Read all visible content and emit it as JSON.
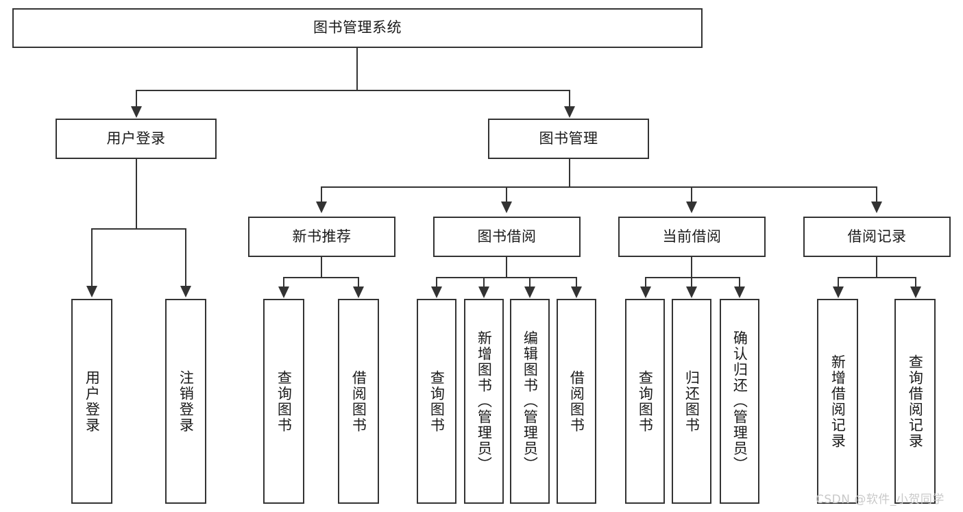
{
  "diagram": {
    "type": "tree-hierarchy",
    "title": "图书管理系统",
    "orientation": "top-down",
    "colors": {
      "box_border": "#333333",
      "box_fill": "#ffffff",
      "connector": "#333333",
      "text": "#1a1a1a",
      "watermark": "#c9c9c9",
      "background": "#ffffff"
    },
    "levels": {
      "root": "图书管理系统",
      "level1": [
        "用户登录",
        "图书管理"
      ],
      "level2": [
        "新书推荐",
        "图书借阅",
        "当前借阅",
        "借阅记录"
      ]
    },
    "nodes": {
      "root": {
        "label": "图书管理系统"
      },
      "user_login": {
        "label": "用户登录"
      },
      "book_manage": {
        "label": "图书管理"
      },
      "new_book_rec": {
        "label": "新书推荐"
      },
      "book_borrow": {
        "label": "图书借阅"
      },
      "current_borrow": {
        "label": "当前借阅"
      },
      "borrow_record": {
        "label": "借阅记录"
      },
      "leaf_user_login": {
        "label": "用户登录"
      },
      "leaf_logout": {
        "label": "注销登录"
      },
      "leaf_query_book_a": {
        "label": "查询图书"
      },
      "leaf_borrow_book_a": {
        "label": "借阅图书"
      },
      "leaf_query_book_b": {
        "label": "查询图书"
      },
      "leaf_add_book": {
        "label": "新增图书（管理员）"
      },
      "leaf_edit_book": {
        "label": "编辑图书（管理员）"
      },
      "leaf_borrow_book_b": {
        "label": "借阅图书"
      },
      "leaf_query_book_c": {
        "label": "查询图书"
      },
      "leaf_return_book": {
        "label": "归还图书"
      },
      "leaf_confirm_return": {
        "label": "确认归还（管理员）"
      },
      "leaf_add_record": {
        "label": "新增借阅记录"
      },
      "leaf_query_record": {
        "label": "查询借阅记录"
      }
    },
    "edges": [
      {
        "from": "图书管理系统",
        "to": "用户登录"
      },
      {
        "from": "图书管理系统",
        "to": "图书管理"
      },
      {
        "from": "用户登录",
        "to": "用户登录"
      },
      {
        "from": "用户登录",
        "to": "注销登录"
      },
      {
        "from": "图书管理",
        "to": "新书推荐"
      },
      {
        "from": "图书管理",
        "to": "图书借阅"
      },
      {
        "from": "图书管理",
        "to": "当前借阅"
      },
      {
        "from": "图书管理",
        "to": "借阅记录"
      },
      {
        "from": "新书推荐",
        "to": "查询图书"
      },
      {
        "from": "新书推荐",
        "to": "借阅图书"
      },
      {
        "from": "图书借阅",
        "to": "查询图书"
      },
      {
        "from": "图书借阅",
        "to": "新增图书（管理员）"
      },
      {
        "from": "图书借阅",
        "to": "编辑图书（管理员）"
      },
      {
        "from": "图书借阅",
        "to": "借阅图书"
      },
      {
        "from": "当前借阅",
        "to": "查询图书"
      },
      {
        "from": "当前借阅",
        "to": "归还图书"
      },
      {
        "from": "当前借阅",
        "to": "确认归还（管理员）"
      },
      {
        "from": "借阅记录",
        "to": "新增借阅记录"
      },
      {
        "from": "借阅记录",
        "to": "查询借阅记录"
      }
    ]
  },
  "watermark": {
    "text": "CSDN @软件_小贺同学"
  }
}
